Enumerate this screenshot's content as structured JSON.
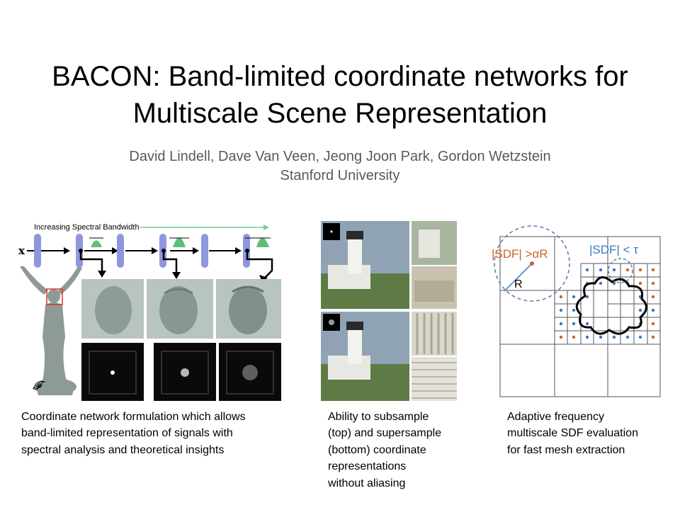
{
  "title": {
    "line1": "BACON: Band-limited coordinate networks for",
    "line2": "Multiscale Scene Representation"
  },
  "authors": {
    "names": "David Lindell, Dave Van Veen, Jeong Joon Park, Gordon Wetzstein",
    "affiliation": "Stanford University"
  },
  "figure_left": {
    "bandwidth_label": "Increasing Spectral Bandwidth",
    "input_symbol": "x",
    "output_symbol": "𝓕"
  },
  "figure_right": {
    "big_condition": "|SDF| >αR",
    "small_condition": "|SDF| < τ",
    "radius_label": "R"
  },
  "captions": {
    "left": [
      "Coordinate network formulation which allows",
      "band-limited representation of signals with",
      "spectral analysis and theoretical insights"
    ],
    "middle": [
      "Ability to subsample",
      "(top) and supersample",
      "(bottom) coordinate",
      "representations",
      "without aliasing"
    ],
    "right": [
      "Adaptive frequency",
      "multiscale SDF evaluation",
      "for fast mesh extraction"
    ]
  },
  "colors": {
    "layer_block": "#8f97dc",
    "spectrum": "#5cbf7a",
    "bandwidth_arrow": "#6fcf8f",
    "sdf_blue": "#3b78c2",
    "sdf_orange": "#c8642c",
    "caption_gray": "#595959"
  }
}
